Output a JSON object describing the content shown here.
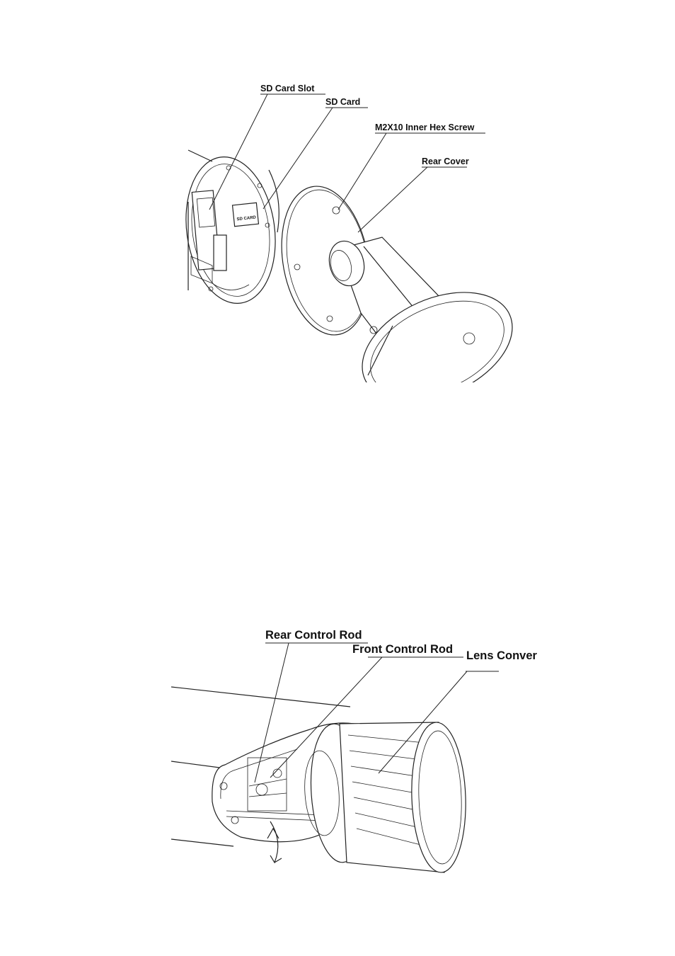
{
  "figure_top": {
    "labels": {
      "sd_card_slot": "SD Card Slot",
      "sd_card": "SD Card",
      "screw": "M2X10 Inner Hex Screw",
      "rear_cover": "Rear Cover",
      "card_print": "SD CARD"
    }
  },
  "figure_bottom": {
    "labels": {
      "rear_control_rod": "Rear Control Rod",
      "front_control_rod": "Front Control Rod",
      "lens_cover": "Lens Conver"
    }
  }
}
